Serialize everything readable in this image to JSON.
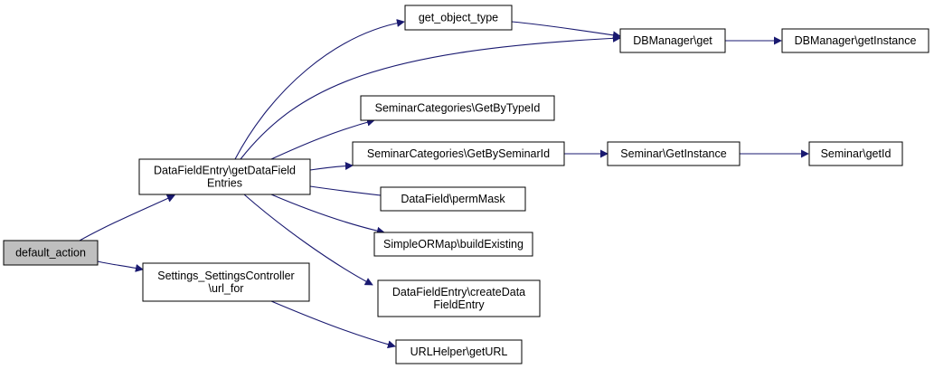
{
  "diagram": {
    "colors": {
      "edge": "#191970",
      "node_fill": "#ffffff",
      "root_fill": "#bfbfbf",
      "node_border": "#000000"
    },
    "nodes": [
      {
        "id": "default_action",
        "lines": [
          "default_action"
        ],
        "root": true
      },
      {
        "id": "getDataFieldEntries",
        "lines": [
          "DataFieldEntry\\getDataField",
          "Entries"
        ]
      },
      {
        "id": "url_for",
        "lines": [
          "Settings_SettingsController",
          "\\url_for"
        ]
      },
      {
        "id": "get_object_type",
        "lines": [
          "get_object_type"
        ]
      },
      {
        "id": "dbm_get",
        "lines": [
          "DBManager\\get"
        ]
      },
      {
        "id": "dbm_getInstance",
        "lines": [
          "DBManager\\getInstance"
        ]
      },
      {
        "id": "sc_getByTypeId",
        "lines": [
          "SeminarCategories\\GetByTypeId"
        ]
      },
      {
        "id": "sc_getBySeminarId",
        "lines": [
          "SeminarCategories\\GetBySeminarId"
        ]
      },
      {
        "id": "seminar_getInstance",
        "lines": [
          "Seminar\\GetInstance"
        ]
      },
      {
        "id": "seminar_getId",
        "lines": [
          "Seminar\\getId"
        ]
      },
      {
        "id": "df_permMask",
        "lines": [
          "DataField\\permMask"
        ]
      },
      {
        "id": "sorm_buildExisting",
        "lines": [
          "SimpleORMap\\buildExisting"
        ]
      },
      {
        "id": "dfe_create",
        "lines": [
          "DataFieldEntry\\createData",
          "FieldEntry"
        ]
      },
      {
        "id": "urlhelper_getURL",
        "lines": [
          "URLHelper\\getURL"
        ]
      }
    ],
    "edges": [
      {
        "from": "default_action",
        "to": "getDataFieldEntries"
      },
      {
        "from": "default_action",
        "to": "url_for"
      },
      {
        "from": "getDataFieldEntries",
        "to": "get_object_type"
      },
      {
        "from": "getDataFieldEntries",
        "to": "dbm_get"
      },
      {
        "from": "getDataFieldEntries",
        "to": "sc_getByTypeId"
      },
      {
        "from": "getDataFieldEntries",
        "to": "sc_getBySeminarId"
      },
      {
        "from": "getDataFieldEntries",
        "to": "df_permMask"
      },
      {
        "from": "getDataFieldEntries",
        "to": "sorm_buildExisting"
      },
      {
        "from": "getDataFieldEntries",
        "to": "dfe_create"
      },
      {
        "from": "get_object_type",
        "to": "dbm_get"
      },
      {
        "from": "dbm_get",
        "to": "dbm_getInstance"
      },
      {
        "from": "sc_getBySeminarId",
        "to": "seminar_getInstance"
      },
      {
        "from": "seminar_getInstance",
        "to": "seminar_getId"
      },
      {
        "from": "url_for",
        "to": "urlhelper_getURL"
      }
    ]
  }
}
